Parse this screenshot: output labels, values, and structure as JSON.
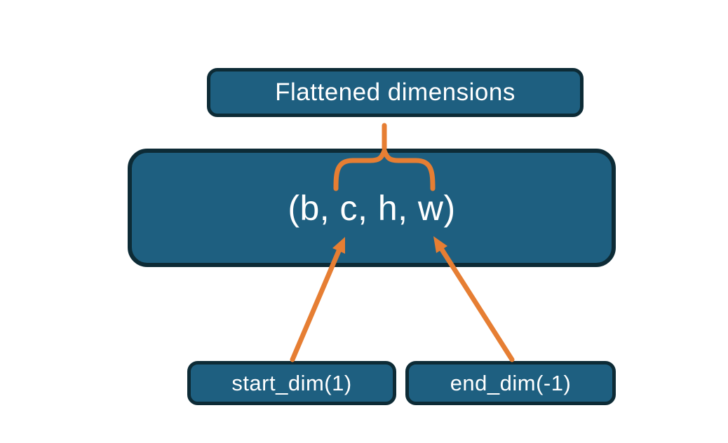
{
  "diagram": {
    "title": "Tensor flatten dimensions diagram",
    "colors": {
      "background": "#ffffff",
      "box_fill": "#1e5f80",
      "box_border": "#0d2b36",
      "accent_orange": "#e67e33",
      "text": "#ffffff"
    },
    "nodes": {
      "flattened": {
        "label": "Flattened dimensions"
      },
      "tensor": {
        "label": "(b, c, h, w)"
      },
      "start_dim": {
        "label": "start_dim(1)"
      },
      "end_dim": {
        "label": "end_dim(-1)"
      }
    }
  }
}
